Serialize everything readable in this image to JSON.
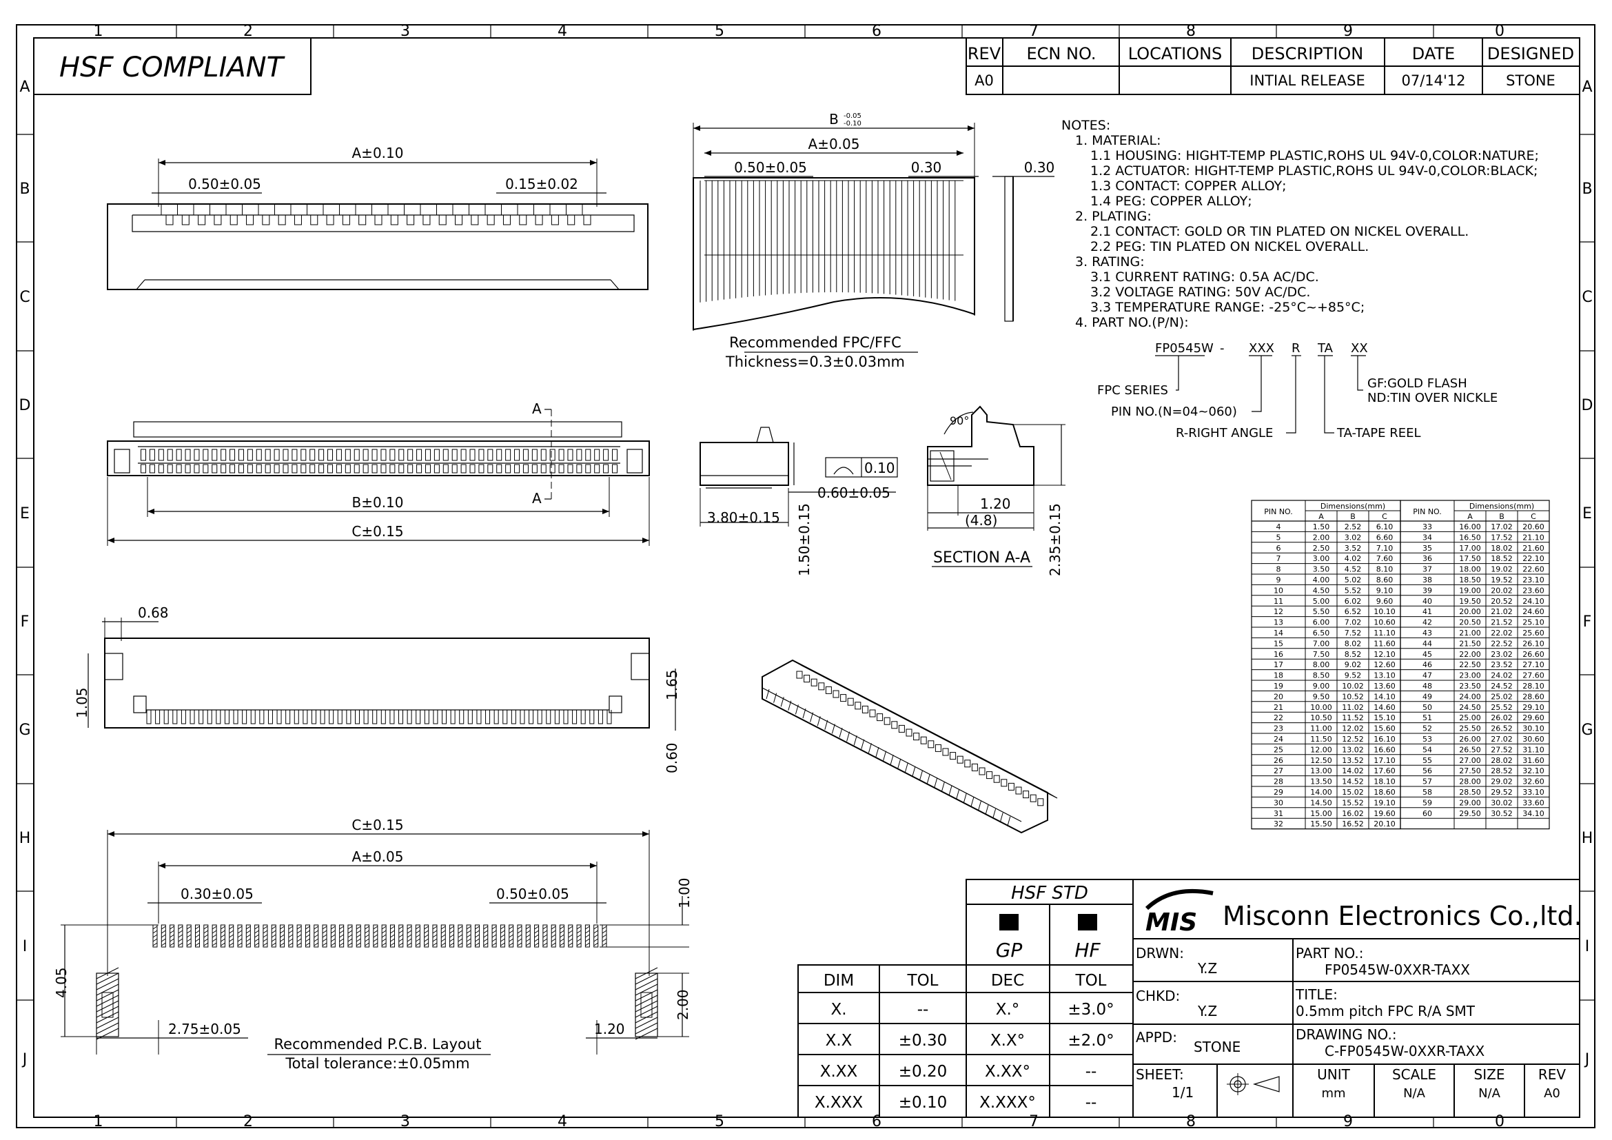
{
  "border": {
    "columns": [
      "1",
      "2",
      "3",
      "4",
      "5",
      "6",
      "7",
      "8",
      "9",
      "0"
    ],
    "rows": [
      "A",
      "B",
      "C",
      "D",
      "E",
      "F",
      "G",
      "H",
      "I",
      "J"
    ]
  },
  "title_block_top": {
    "hsf_label": "HSF  COMPLIANT",
    "headers": [
      "REV",
      "ECN NO.",
      "LOCATIONS",
      "DESCRIPTION",
      "DATE",
      "DESIGNED"
    ],
    "row": [
      "A0",
      "",
      "",
      "INTIAL RELEASE",
      "07/14'12",
      "STONE"
    ]
  },
  "notes": [
    "NOTES:",
    "1. MATERIAL:",
    "1.1 HOUSING: HIGHT-TEMP PLASTIC,ROHS UL 94V-0,COLOR:NATURE;",
    "1.2 ACTUATOR: HIGHT-TEMP PLASTIC,ROHS UL 94V-0,COLOR:BLACK;",
    "1.3 CONTACT: COPPER ALLOY;",
    "1.4 PEG: COPPER ALLOY;",
    "2. PLATING:",
    "2.1 CONTACT: GOLD OR TIN PLATED ON NICKEL OVERALL.",
    "2.2 PEG: TIN PLATED ON NICKEL OVERALL.",
    "3. RATING:",
    "3.1 CURRENT RATING: 0.5A AC/DC.",
    "3.2 VOLTAGE RATING: 50V AC/DC.",
    "3.3 TEMPERATURE RANGE: -25°C~+85°C;",
    "4. PART NO.(P/N):"
  ],
  "part_no_breakdown": {
    "code": [
      "FP0545W",
      "-",
      "XXX",
      "R",
      "TA",
      "XX"
    ],
    "fpc_series": "FPC SERIES",
    "pin_no": "PIN NO.(N=04~060)",
    "right_angle": "R-RIGHT ANGLE",
    "tape_reel": "TA-TAPE REEL",
    "gold_flash": "GF:GOLD FLASH",
    "tin": "ND:TIN OVER NICKLE"
  },
  "dimensions_table": {
    "header": [
      "PIN NO.",
      "Dimensions(mm)",
      "A",
      "B",
      "C"
    ],
    "left": [
      [
        "4",
        "1.50",
        "2.52",
        "6.10"
      ],
      [
        "5",
        "2.00",
        "3.02",
        "6.60"
      ],
      [
        "6",
        "2.50",
        "3.52",
        "7.10"
      ],
      [
        "7",
        "3.00",
        "4.02",
        "7.60"
      ],
      [
        "8",
        "3.50",
        "4.52",
        "8.10"
      ],
      [
        "9",
        "4.00",
        "5.02",
        "8.60"
      ],
      [
        "10",
        "4.50",
        "5.52",
        "9.10"
      ],
      [
        "11",
        "5.00",
        "6.02",
        "9.60"
      ],
      [
        "12",
        "5.50",
        "6.52",
        "10.10"
      ],
      [
        "13",
        "6.00",
        "7.02",
        "10.60"
      ],
      [
        "14",
        "6.50",
        "7.52",
        "11.10"
      ],
      [
        "15",
        "7.00",
        "8.02",
        "11.60"
      ],
      [
        "16",
        "7.50",
        "8.52",
        "12.10"
      ],
      [
        "17",
        "8.00",
        "9.02",
        "12.60"
      ],
      [
        "18",
        "8.50",
        "9.52",
        "13.10"
      ],
      [
        "19",
        "9.00",
        "10.02",
        "13.60"
      ],
      [
        "20",
        "9.50",
        "10.52",
        "14.10"
      ],
      [
        "21",
        "10.00",
        "11.02",
        "14.60"
      ],
      [
        "22",
        "10.50",
        "11.52",
        "15.10"
      ],
      [
        "23",
        "11.00",
        "12.02",
        "15.60"
      ],
      [
        "24",
        "11.50",
        "12.52",
        "16.10"
      ],
      [
        "25",
        "12.00",
        "13.02",
        "16.60"
      ],
      [
        "26",
        "12.50",
        "13.52",
        "17.10"
      ],
      [
        "27",
        "13.00",
        "14.02",
        "17.60"
      ],
      [
        "28",
        "13.50",
        "14.52",
        "18.10"
      ],
      [
        "29",
        "14.00",
        "15.02",
        "18.60"
      ],
      [
        "30",
        "14.50",
        "15.52",
        "19.10"
      ],
      [
        "31",
        "15.00",
        "16.02",
        "19.60"
      ],
      [
        "32",
        "15.50",
        "16.52",
        "20.10"
      ]
    ],
    "right": [
      [
        "33",
        "16.00",
        "17.02",
        "20.60"
      ],
      [
        "34",
        "16.50",
        "17.52",
        "21.10"
      ],
      [
        "35",
        "17.00",
        "18.02",
        "21.60"
      ],
      [
        "36",
        "17.50",
        "18.52",
        "22.10"
      ],
      [
        "37",
        "18.00",
        "19.02",
        "22.60"
      ],
      [
        "38",
        "18.50",
        "19.52",
        "23.10"
      ],
      [
        "39",
        "19.00",
        "20.02",
        "23.60"
      ],
      [
        "40",
        "19.50",
        "20.52",
        "24.10"
      ],
      [
        "41",
        "20.00",
        "21.02",
        "24.60"
      ],
      [
        "42",
        "20.50",
        "21.52",
        "25.10"
      ],
      [
        "43",
        "21.00",
        "22.02",
        "25.60"
      ],
      [
        "44",
        "21.50",
        "22.52",
        "26.10"
      ],
      [
        "45",
        "22.00",
        "23.02",
        "26.60"
      ],
      [
        "46",
        "22.50",
        "23.52",
        "27.10"
      ],
      [
        "47",
        "23.00",
        "24.02",
        "27.60"
      ],
      [
        "48",
        "23.50",
        "24.52",
        "28.10"
      ],
      [
        "49",
        "24.00",
        "25.02",
        "28.60"
      ],
      [
        "50",
        "24.50",
        "25.52",
        "29.10"
      ],
      [
        "51",
        "25.00",
        "26.02",
        "29.60"
      ],
      [
        "52",
        "25.50",
        "26.52",
        "30.10"
      ],
      [
        "53",
        "26.00",
        "27.02",
        "30.60"
      ],
      [
        "54",
        "26.50",
        "27.52",
        "31.10"
      ],
      [
        "55",
        "27.00",
        "28.02",
        "31.60"
      ],
      [
        "56",
        "27.50",
        "28.52",
        "32.10"
      ],
      [
        "57",
        "28.00",
        "29.02",
        "32.60"
      ],
      [
        "58",
        "28.50",
        "29.52",
        "33.10"
      ],
      [
        "59",
        "29.00",
        "30.02",
        "33.60"
      ],
      [
        "60",
        "29.50",
        "30.52",
        "34.10"
      ]
    ]
  },
  "views": {
    "front": {
      "a": "A±0.10",
      "pitch": "0.50±0.05",
      "w": "0.15±0.02"
    },
    "fpc": {
      "b": "B",
      "b_tol_up": "-0.05",
      "b_tol_dn": "-0.10",
      "a": "A±0.05",
      "pitch": "0.50±0.05",
      "edge": "0.30",
      "thk": "0.30",
      "title": "Recommended FPC/FFC",
      "thickness": "Thickness=0.3±0.03mm"
    },
    "top": {
      "sec_a1": "A",
      "sec_a2": "A",
      "b": "B±0.10",
      "c": "C±0.15"
    },
    "side": {
      "flat": "0.10",
      "d060": "0.60±0.05",
      "d380": "3.80±0.15",
      "d150": "1.50±0.15"
    },
    "section": {
      "angle": "90°",
      "d120": "1.20",
      "d48": "(4.8)",
      "d235": "2.35±0.15",
      "title": "SECTION  A-A"
    },
    "bottom": {
      "d068": "0.68",
      "d105": "1.05",
      "d165": "1.65",
      "d060": "0.60"
    },
    "pcb": {
      "c": "C±0.15",
      "a": "A±0.05",
      "pad": "0.30±0.05",
      "pitch": "0.50±0.05",
      "d100": "1.00",
      "d405": "4.05",
      "d200": "2.00",
      "d275": "2.75±0.05",
      "d120": "1.20",
      "title": "Recommended P.C.B. Layout",
      "tol": "Total tolerance:±0.05mm"
    }
  },
  "tolerance_table": {
    "hsf_std": "HSF  STD",
    "gp": "GP",
    "hf": "HF",
    "headers": [
      "DIM",
      "TOL",
      "DEC",
      "TOL"
    ],
    "rows": [
      [
        "X.",
        "--",
        "X.°",
        "±3.0°"
      ],
      [
        "X.X",
        "±0.30",
        "X.X°",
        "±2.0°"
      ],
      [
        "X.XX",
        "±0.20",
        "X.XX°",
        "--"
      ],
      [
        "X.XXX",
        "±0.10",
        "X.XXX°",
        "--"
      ]
    ]
  },
  "title_block": {
    "logo": "MIS",
    "company": "Misconn Electronics Co.,ltd.",
    "drwn_label": "DRWN:",
    "drwn": "Y.Z",
    "chkd_label": "CHKD:",
    "chkd": "Y.Z",
    "appd_label": "APPD:",
    "appd": "STONE",
    "part_no_label": "PART NO.:",
    "part_no": "FP0545W-0XXR-TAXX",
    "title_label": "TITLE:",
    "title": "0.5mm pitch FPC R/A SMT",
    "drawing_no_label": "DRAWING NO.:",
    "drawing_no": "C-FP0545W-0XXR-TAXX",
    "sheet_label": "SHEET:",
    "sheet": "1/1",
    "unit_label": "UNIT",
    "unit": "mm",
    "scale_label": "SCALE",
    "scale": "N/A",
    "size_label": "SIZE",
    "size": "N/A",
    "rev_label": "REV",
    "rev": "A0"
  }
}
